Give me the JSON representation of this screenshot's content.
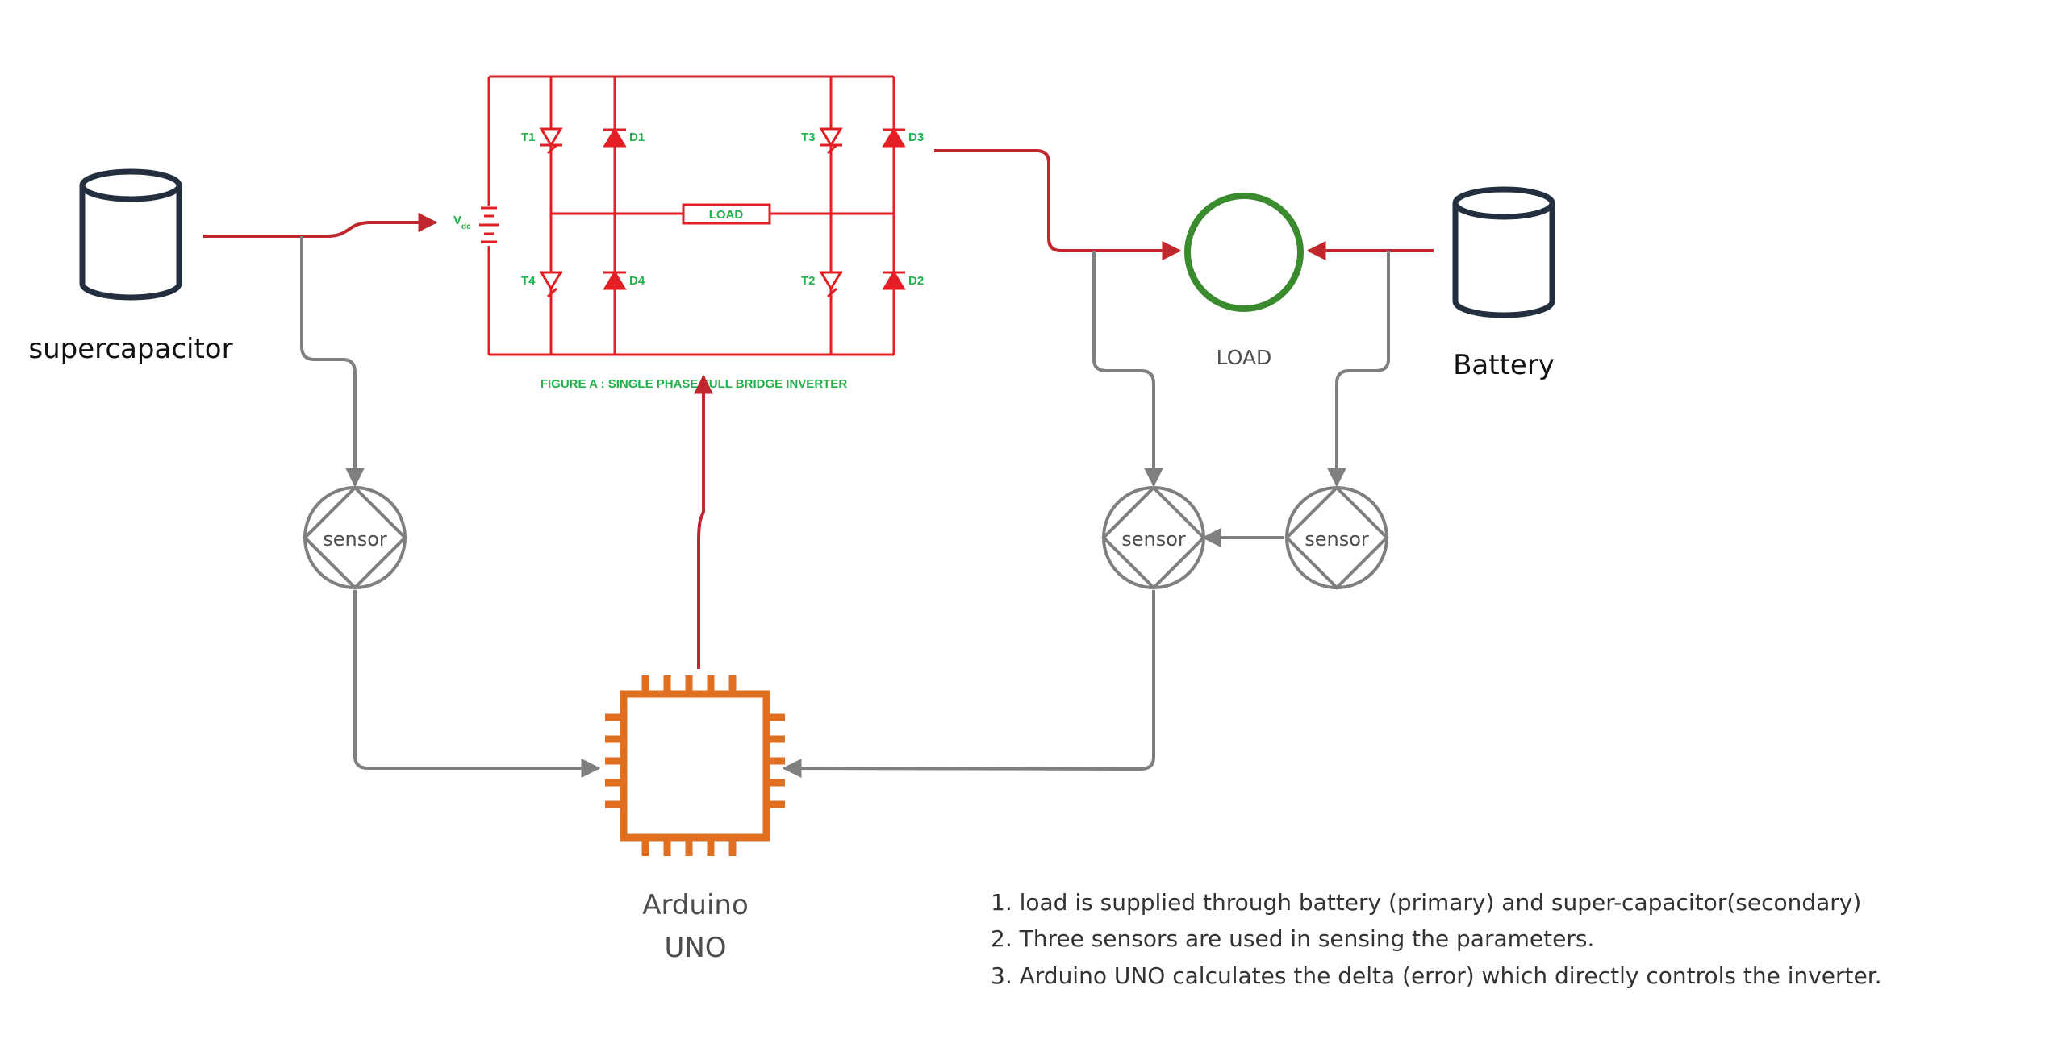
{
  "nodes": {
    "supercapacitor": {
      "label": "supercapacitor"
    },
    "battery": {
      "label": "Battery"
    },
    "load": {
      "label": "LOAD"
    },
    "arduino": {
      "line1": "Arduino",
      "line2": "UNO"
    },
    "sensors": {
      "supercap": "sensor",
      "load": "sensor",
      "battery": "sensor"
    }
  },
  "inverter": {
    "caption": "FIGURE A : SINGLE PHASE FULL BRIDGE INVERTER",
    "source_label": "V",
    "source_subscript": "dc",
    "load_label": "LOAD",
    "thyristors": [
      "T1",
      "T3",
      "T4",
      "T2"
    ],
    "diodes": [
      "D1",
      "D3",
      "D4",
      "D2"
    ]
  },
  "notes": [
    "1. load is supplied through battery (primary)  and  super-capacitor(secondary)",
    "2. Three sensors are used in sensing the parameters.",
    "3. Arduino UNO calculates the delta (error) which directly controls the inverter."
  ],
  "colors": {
    "red": "#e31e24",
    "dark_red": "#c0272d",
    "grey": "#7f7f7f",
    "green_load": "#3a8a2e",
    "caption_green": "#22b14c",
    "arduino": "#e07020",
    "cylinder": "#232f3e",
    "text": "#4d4d4d"
  }
}
